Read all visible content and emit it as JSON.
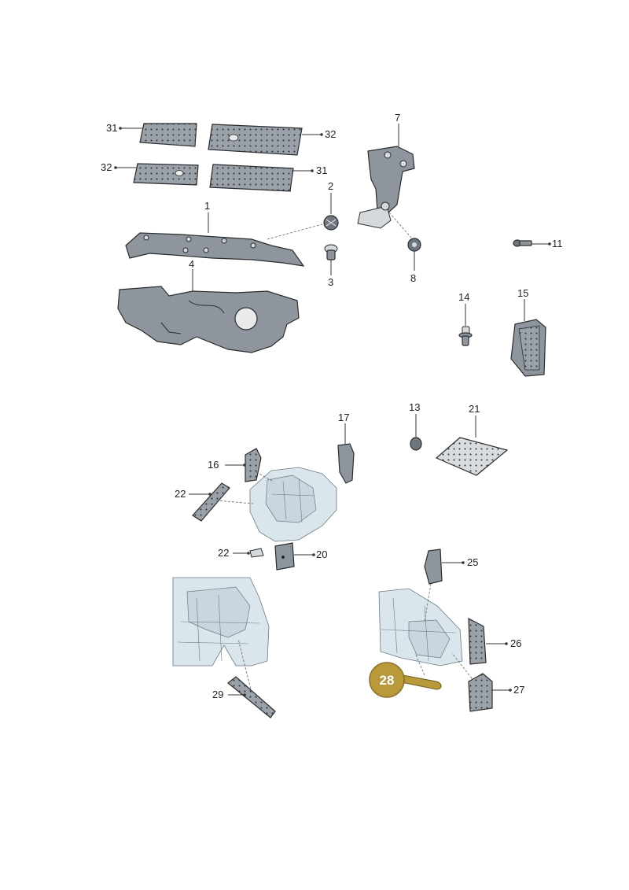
{
  "callouts": {
    "c1": "1",
    "c2": "2",
    "c3": "3",
    "c4": "4",
    "c7": "7",
    "c8": "8",
    "c11": "11",
    "c13": "13",
    "c14": "14",
    "c15": "15",
    "c16": "16",
    "c17": "17",
    "c20": "20",
    "c21": "21",
    "c22a": "22",
    "c22b": "22",
    "c25": "25",
    "c26": "26",
    "c27": "27",
    "c28": "28",
    "c29": "29",
    "c31a": "31",
    "c31b": "31",
    "c32a": "32",
    "c32b": "32"
  },
  "highlight": {
    "callout": "28",
    "color": "#b89a3a"
  },
  "colors": {
    "part": "#8e959d",
    "body_shell": "#dbe6ec",
    "line": "#333333"
  },
  "icons": [
    "dotted-insulation-pad",
    "clip-fastener",
    "grommet",
    "screw-bolt"
  ]
}
